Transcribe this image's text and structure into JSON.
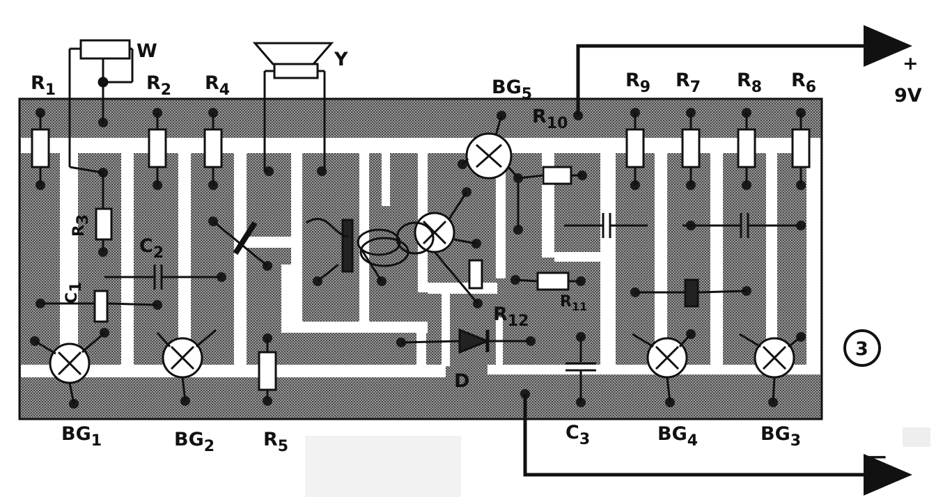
{
  "labels": {
    "w": "W",
    "y": "Y",
    "r1": "R",
    "r1_sub": "1",
    "r2": "R",
    "r2_sub": "2",
    "r3": "R",
    "r3_sub": "3",
    "r4": "R",
    "r4_sub": "4",
    "r5": "R",
    "r5_sub": "5",
    "r6": "R",
    "r6_sub": "6",
    "r7": "R",
    "r7_sub": "7",
    "r8": "R",
    "r8_sub": "8",
    "r9": "R",
    "r9_sub": "9",
    "r10": "R",
    "r10_sub": "10",
    "r11": "R",
    "r11_sub": "11",
    "r12": "R",
    "r12_sub": "12",
    "c1": "C",
    "c1_sub": "1",
    "c2": "C",
    "c2_sub": "2",
    "c3": "C",
    "c3_sub": "3",
    "bg1": "BG",
    "bg1_sub": "1",
    "bg2": "BG",
    "bg2_sub": "2",
    "bg3": "BG",
    "bg3_sub": "3",
    "bg4": "BG",
    "bg4_sub": "4",
    "bg5": "BG",
    "bg5_sub": "5",
    "d": "D",
    "plus": "+",
    "voltage": "9V",
    "minus": "—",
    "figure_number": "3"
  },
  "colors": {
    "board": "#8c8c8c",
    "ink": "#111111",
    "trace": "#ffffff"
  }
}
